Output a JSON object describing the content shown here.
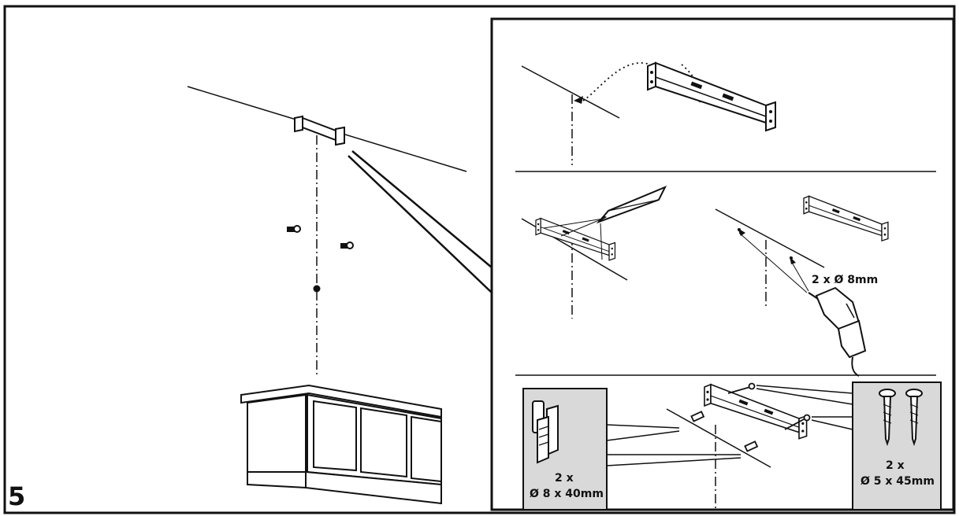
{
  "step_number": "5",
  "drill": {
    "label": "2 x Ø 8mm"
  },
  "wall_plugs": {
    "quantity": "2 x",
    "size": "Ø 8 x 40mm"
  },
  "screws": {
    "quantity": "2 x",
    "size": "Ø 5 x 45mm"
  },
  "colors": {
    "line": "#111111",
    "panel_fill": "#d9d9d9",
    "background": "#ffffff"
  }
}
